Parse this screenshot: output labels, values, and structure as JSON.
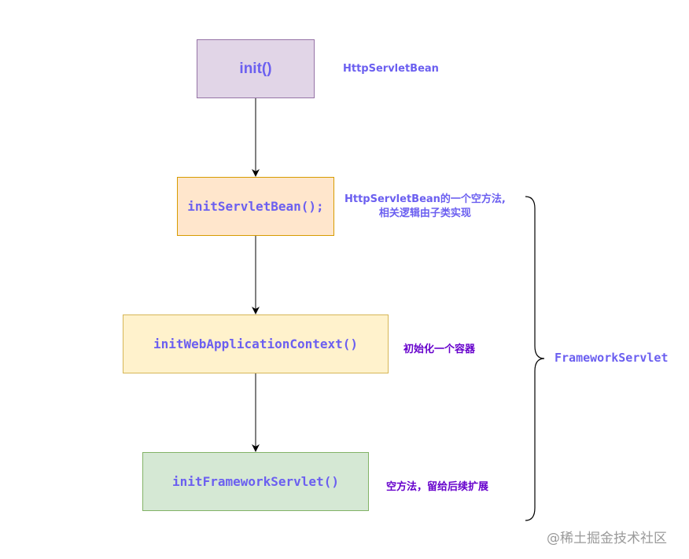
{
  "colors": {
    "label_blue": "#6b5ff0",
    "note_purple": "#6600cc",
    "watermark": "#9a9a9a"
  },
  "nodes": [
    {
      "label": "init()",
      "fill": "#e1d5e7",
      "stroke": "#9673a6"
    },
    {
      "label": "initServletBean();",
      "fill": "#ffe6cc",
      "stroke": "#d79b00"
    },
    {
      "label": "initWebApplicationContext()",
      "fill": "#fff2cc",
      "stroke": "#d6b656"
    },
    {
      "label": "initFrameworkServlet()",
      "fill": "#d5e8d4",
      "stroke": "#82b366"
    }
  ],
  "annotations": [
    {
      "lines": [
        "HttpServletBean"
      ]
    },
    {
      "lines": [
        "HttpServletBean的一个空方法,",
        "相关逻辑由子类实现"
      ]
    },
    {
      "lines": [
        "初始化一个容器"
      ]
    },
    {
      "lines": [
        "空方法，留给后续扩展"
      ]
    }
  ],
  "group": {
    "label": "FrameworkServlet",
    "brace": "right-curly-brace"
  },
  "watermark": "@稀土掘金技术社区"
}
